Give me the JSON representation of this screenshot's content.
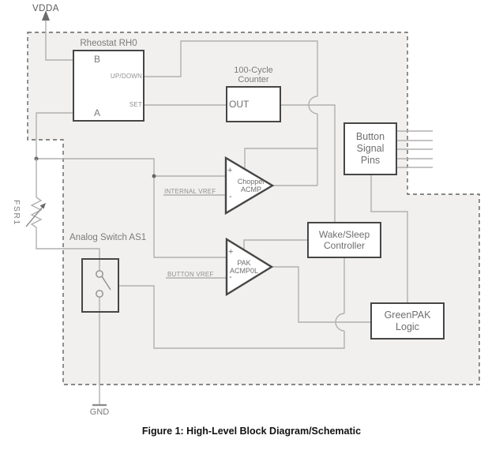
{
  "figure_caption": "Figure 1: High-Level Block Diagram/Schematic",
  "power": {
    "vdda": "VDDA",
    "gnd": "GND"
  },
  "rheostat": {
    "title": "Rheostat RH0",
    "terminal_top": "B",
    "terminal_bottom": "A",
    "pin_up_down": "UP/DOWN",
    "pin_set": "SET"
  },
  "counter": {
    "title_line1": "100-Cycle",
    "title_line2": "Counter",
    "pin_out": "OUT"
  },
  "button_pins": {
    "line1": "Button",
    "line2": "Signal",
    "line3": "Pins"
  },
  "wake_sleep": {
    "line1": "Wake/Sleep",
    "line2": "Controller"
  },
  "greenpak": {
    "line1": "GreenPAK",
    "line2": "Logic"
  },
  "analog_switch": {
    "title": "Analog Switch AS1"
  },
  "chopper_acmp": {
    "plus": "+",
    "minus": "-",
    "name_line1": "Chopper",
    "name_line2": "ACMP",
    "ref": "INTERNAL VREF"
  },
  "pak_acmp": {
    "plus": "+",
    "minus": "-",
    "name_line1": "PAK",
    "name_line2": "ACMP0L",
    "ref": "BUTTON VREF"
  },
  "fsr": {
    "label": "FSR1"
  },
  "colors": {
    "wire": "#b0b0b0",
    "border": "#464646",
    "dashed": "#636363",
    "panel": "#f1f0ee",
    "block_text": "#6e6e6e",
    "label_text": "#7b7b7b",
    "pin_text": "#8f8f8f",
    "caption": "#111111"
  }
}
